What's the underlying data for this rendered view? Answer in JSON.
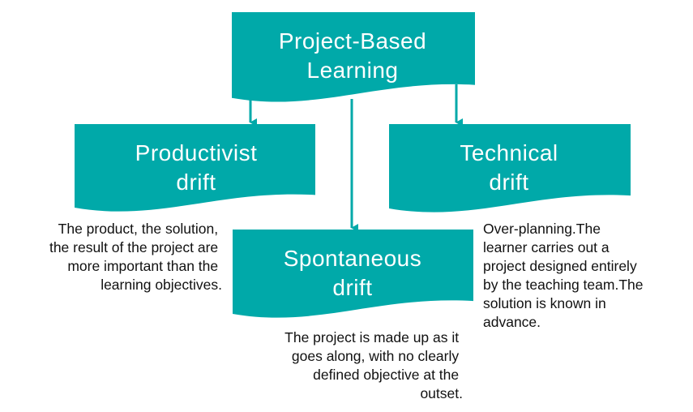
{
  "colors": {
    "accent": "#00A9A9",
    "text": "#111111"
  },
  "nodes": {
    "root": {
      "lines": [
        "Project-Based",
        "Learning"
      ]
    },
    "productivist": {
      "lines": [
        "Productivist",
        "drift"
      ],
      "description": [
        "The product, the solution,",
        "the result of the project are",
        "more important than the",
        "learning objectives."
      ]
    },
    "technical": {
      "lines": [
        "Technical",
        "drift"
      ],
      "description": [
        "Over-planning.The",
        "learner carries out a",
        "project designed entirely",
        "by the teaching team.The",
        "solution is known in",
        "advance."
      ]
    },
    "spontaneous": {
      "lines": [
        "Spontaneous",
        "drift"
      ],
      "description": [
        "The project is made up as it",
        "goes along, with no clearly",
        "defined objective at the",
        "outset."
      ]
    }
  }
}
